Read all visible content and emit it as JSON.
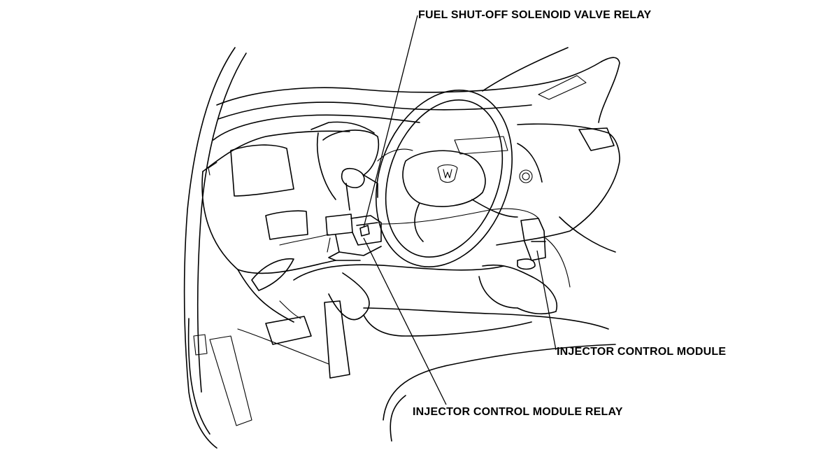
{
  "labels": {
    "fuel_relay": "FUEL SHUT-OFF SOLENOID VALVE RELAY",
    "injector_module": "INJECTOR CONTROL MODULE",
    "injector_module_relay": "INJECTOR CONTROL MODULE RELAY"
  }
}
